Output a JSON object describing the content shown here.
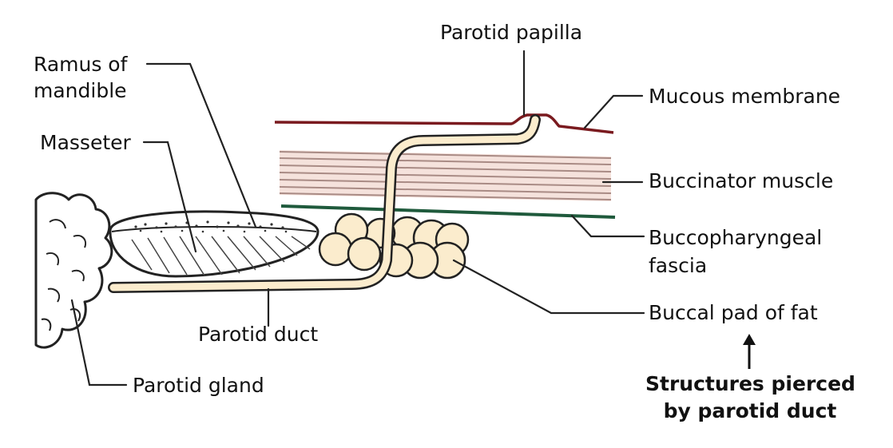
{
  "labels": {
    "parotid_papilla": "Parotid papilla",
    "ramus_of_mandible_1": "Ramus of",
    "ramus_of_mandible_2": "mandible",
    "mucous_membrane": "Mucous membrane",
    "masseter": "Masseter",
    "buccinator_muscle": "Buccinator muscle",
    "buccopharyngeal_fascia_1": "Buccopharyngeal",
    "buccopharyngeal_fascia_2": "fascia",
    "buccal_pad_of_fat": "Buccal pad of fat",
    "parotid_duct": "Parotid duct",
    "parotid_gland": "Parotid gland"
  },
  "caption": {
    "line1": "Structures pierced",
    "line2": "by parotid duct"
  },
  "colors": {
    "mucous_membrane": "#7a1a1f",
    "buccopharyngeal_fascia": "#1f5a3c",
    "buccinator_muscle_fill": "#f5e2dc",
    "buccinator_muscle_lines": "#a98b85",
    "duct_fill": "#fbeccd",
    "fat_fill": "#fbeccd",
    "outline": "#222222"
  }
}
